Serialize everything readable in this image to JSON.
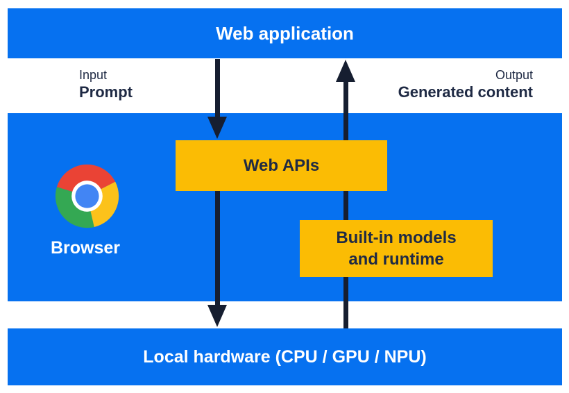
{
  "colors": {
    "panel-blue": "#0671F0",
    "box-yellow": "#FBBC04",
    "text-navy": "#1F2A44",
    "arrow-navy": "#161E30",
    "text-white": "#FFFFFF",
    "logo-red": "#EA4335",
    "logo-yellow": "#FCC21B",
    "logo-green": "#34A853",
    "logo-blue": "#4285F4",
    "logo-ring": "#FFFFFF"
  },
  "web_app_bar": {
    "title": "Web application"
  },
  "flow_labels": {
    "input_caption": "Input",
    "input_value": "Prompt",
    "output_caption": "Output",
    "output_value": "Generated content"
  },
  "browser": {
    "label": "Browser",
    "web_apis": "Web APIs",
    "builtin_models_line1": "Built-in models",
    "builtin_models_line2": "and runtime"
  },
  "hardware_bar": {
    "title": "Local hardware (CPU / GPU / NPU)"
  },
  "icons": {
    "chrome_logo": "google-chrome-logo"
  }
}
